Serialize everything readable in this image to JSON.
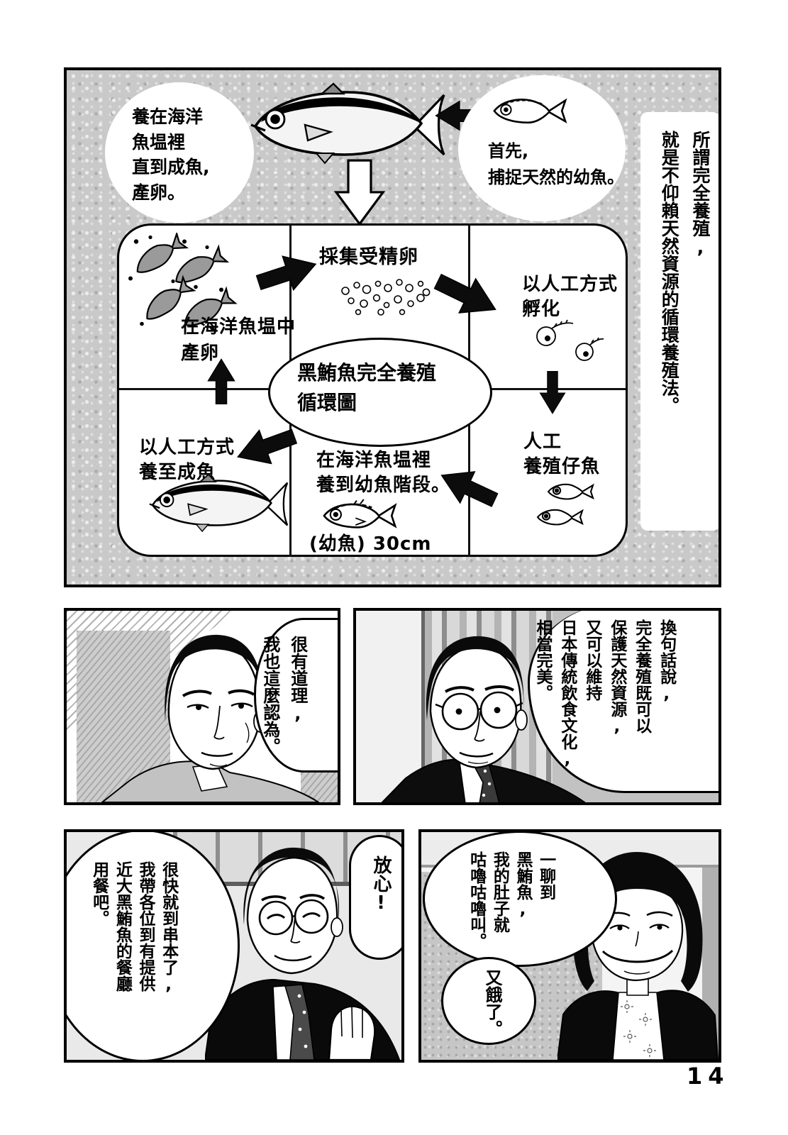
{
  "page_number": "14",
  "narration": {
    "col1": "所謂完全養殖,",
    "col2": "就是不仰賴天然資源的循環養殖法。"
  },
  "top_area": {
    "bubble_raise": {
      "l1": "養在海洋",
      "l2": "魚塭裡",
      "l3": "直到成魚,",
      "l4": "產卵。"
    },
    "bubble_first": {
      "l1": "首先,",
      "l2": "捕捉天然的幼魚。"
    }
  },
  "diagram": {
    "title1": "黑鮪魚完全養殖",
    "title2": "循環圖",
    "spawn": {
      "l1": "在海洋魚塭中",
      "l2": "產卵"
    },
    "collect": {
      "l1": "採集受精卵"
    },
    "hatch": {
      "l1": "以人工方式",
      "l2": "孵化"
    },
    "fry": {
      "l1": "人工",
      "l2": "養殖仔魚"
    },
    "juvenile": {
      "l1": "在海洋魚塭裡",
      "l2": "養到幼魚階段。",
      "caption": "(幼魚) 30cm"
    },
    "adult": {
      "l1": "以人工方式",
      "l2": "養至成魚"
    }
  },
  "speech": {
    "p2": {
      "col1": "很有道理,",
      "col2": "我也這麼認為。"
    },
    "p3": {
      "col1": "換句話說,",
      "col2": "完全養殖既可以",
      "col3": "保護天然資源,",
      "col4": "又可以維持",
      "col5": "日本傳統飲食文化,",
      "col6": "相當完美。"
    },
    "p4": {
      "col1": "很快就到串本了,",
      "col2": "我帶各位到有提供",
      "col3": "近大黑鮪魚的餐廳",
      "col4": "用餐吧。",
      "small": "放心!"
    },
    "p5": {
      "col1": "一聊到",
      "col2": "黑鮪魚,",
      "col3": "我的肚子就",
      "col4": "咕嚕咕嚕叫。",
      "small": "又餓了。"
    }
  },
  "colors": {
    "ink": "#000000",
    "paper": "#ffffff",
    "screen_tone": "#c9c9c9"
  }
}
